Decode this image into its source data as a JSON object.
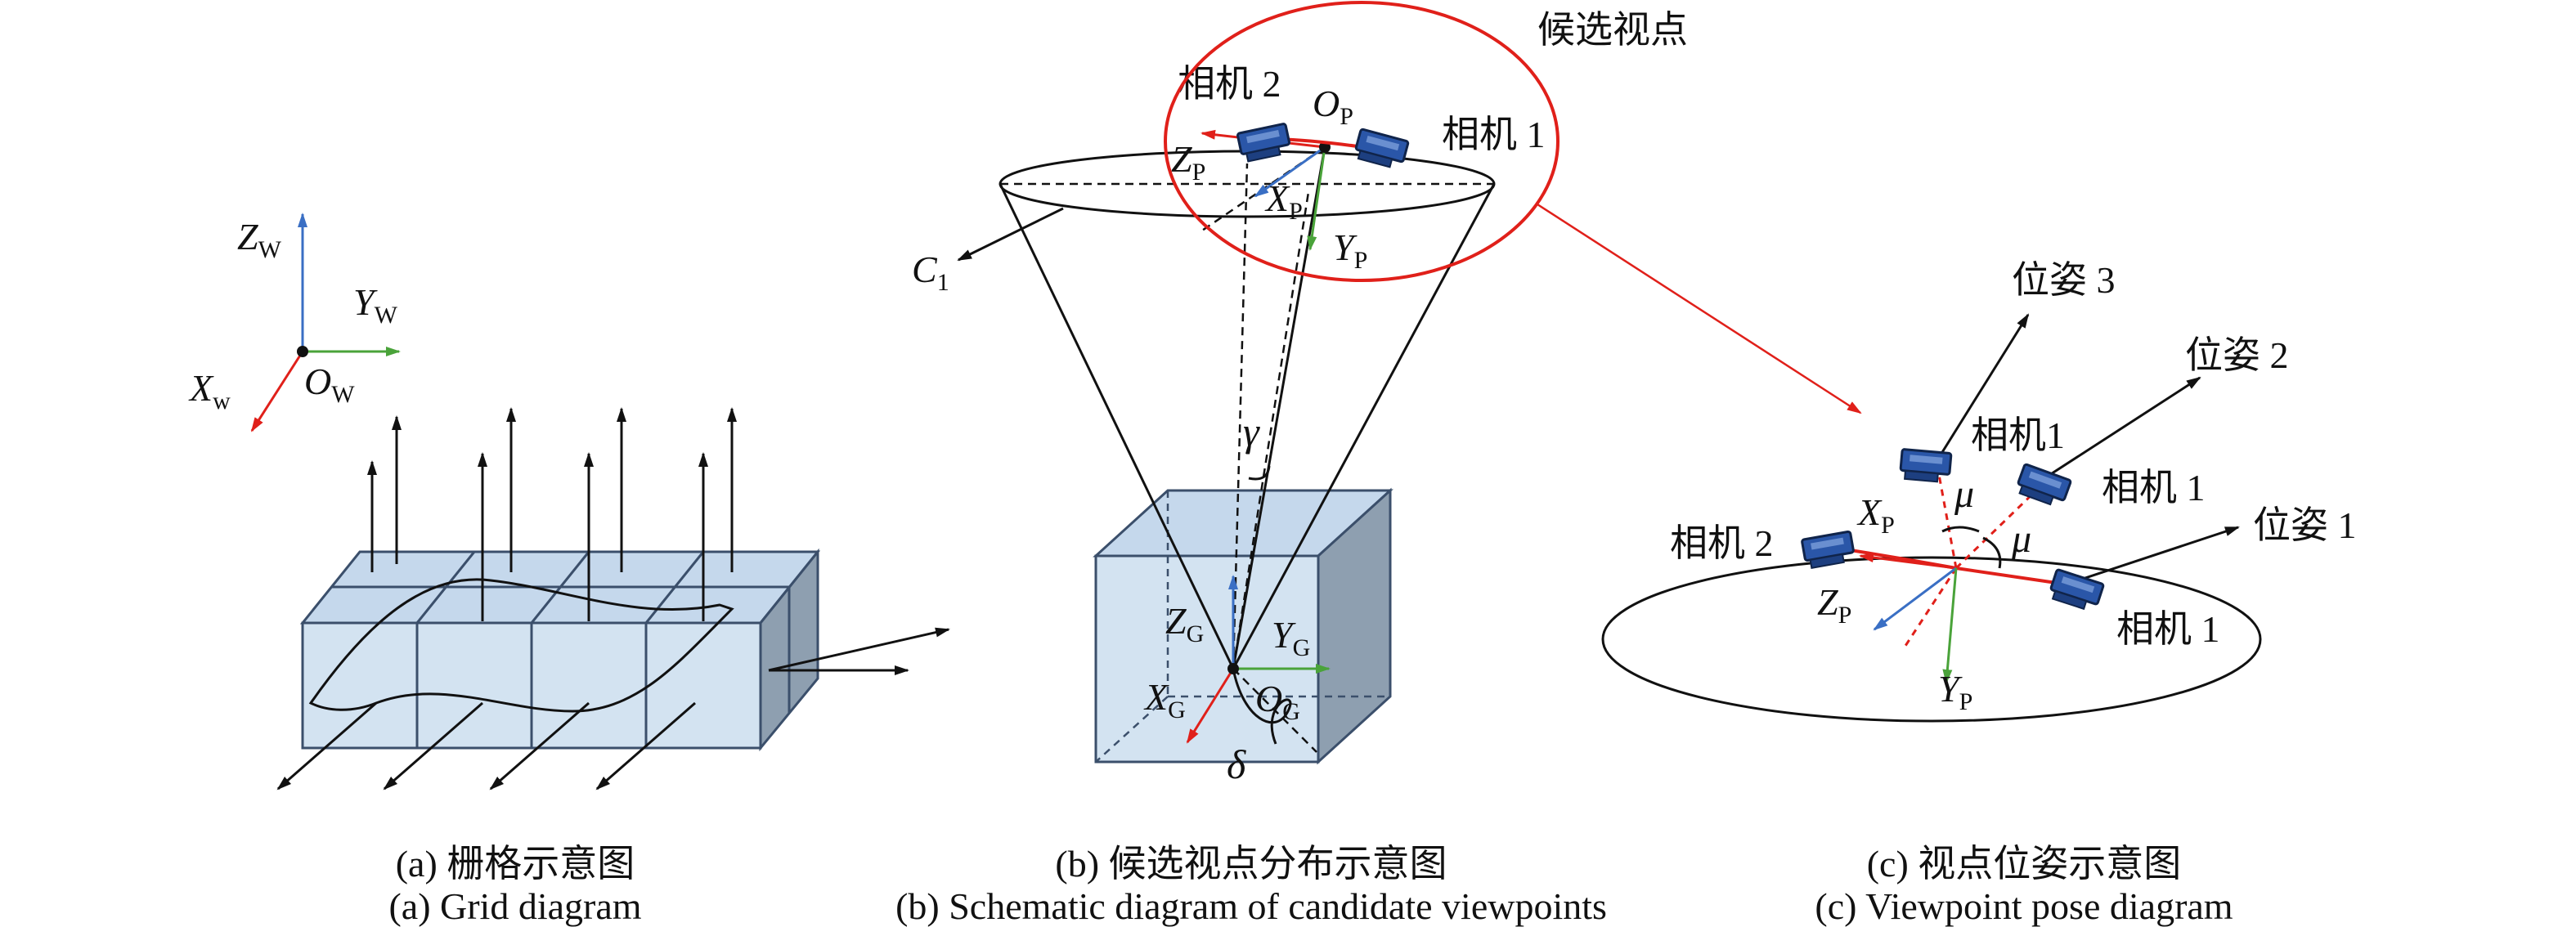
{
  "colors": {
    "red": "#e0201a",
    "green": "#4aa33a",
    "blue": "#3a6fc4",
    "box_fill": "#d3e3f1",
    "box_edge": "#3b4f6b",
    "camera": "#2a56a8"
  },
  "panel_a": {
    "axis_z": "Z",
    "axis_z_sub": "W",
    "axis_y": "Y",
    "axis_y_sub": "W",
    "axis_x": "X",
    "axis_x_sub": "w",
    "origin": "O",
    "origin_sub": "W",
    "caption_cn": "(a) 栅格示意图",
    "caption_en": "(a) Grid diagram"
  },
  "panel_b": {
    "candidate_label": "候选视点",
    "camera2": "相机 2",
    "camera1": "相机 1",
    "op": "O",
    "op_sub": "P",
    "zp": "Z",
    "zp_sub": "P",
    "xp": "X",
    "xp_sub": "P",
    "yp": "Y",
    "yp_sub": "P",
    "c1": "C",
    "c1_sub": "1",
    "gamma": "γ",
    "zg": "Z",
    "zg_sub": "G",
    "yg": "Y",
    "yg_sub": "G",
    "xg": "X",
    "xg_sub": "G",
    "og": "O",
    "og_sub": "G",
    "delta": "δ",
    "caption_cn": "(b) 候选视点分布示意图",
    "caption_en": "(b) Schematic diagram of candidate viewpoints"
  },
  "panel_c": {
    "pose3": "位姿 3",
    "pose2": "位姿 2",
    "pose1": "位姿 1",
    "cam1_top": "相机1",
    "cam1_right": "相机 1",
    "cam2": "相机 2",
    "cam1_bottom": "相机 1",
    "mu": "μ",
    "xp": "X",
    "xp_sub": "P",
    "zp": "Z",
    "zp_sub": "P",
    "yp": "Y",
    "yp_sub": "P",
    "caption_cn": "(c) 视点位姿示意图",
    "caption_en": "(c) Viewpoint pose diagram"
  }
}
